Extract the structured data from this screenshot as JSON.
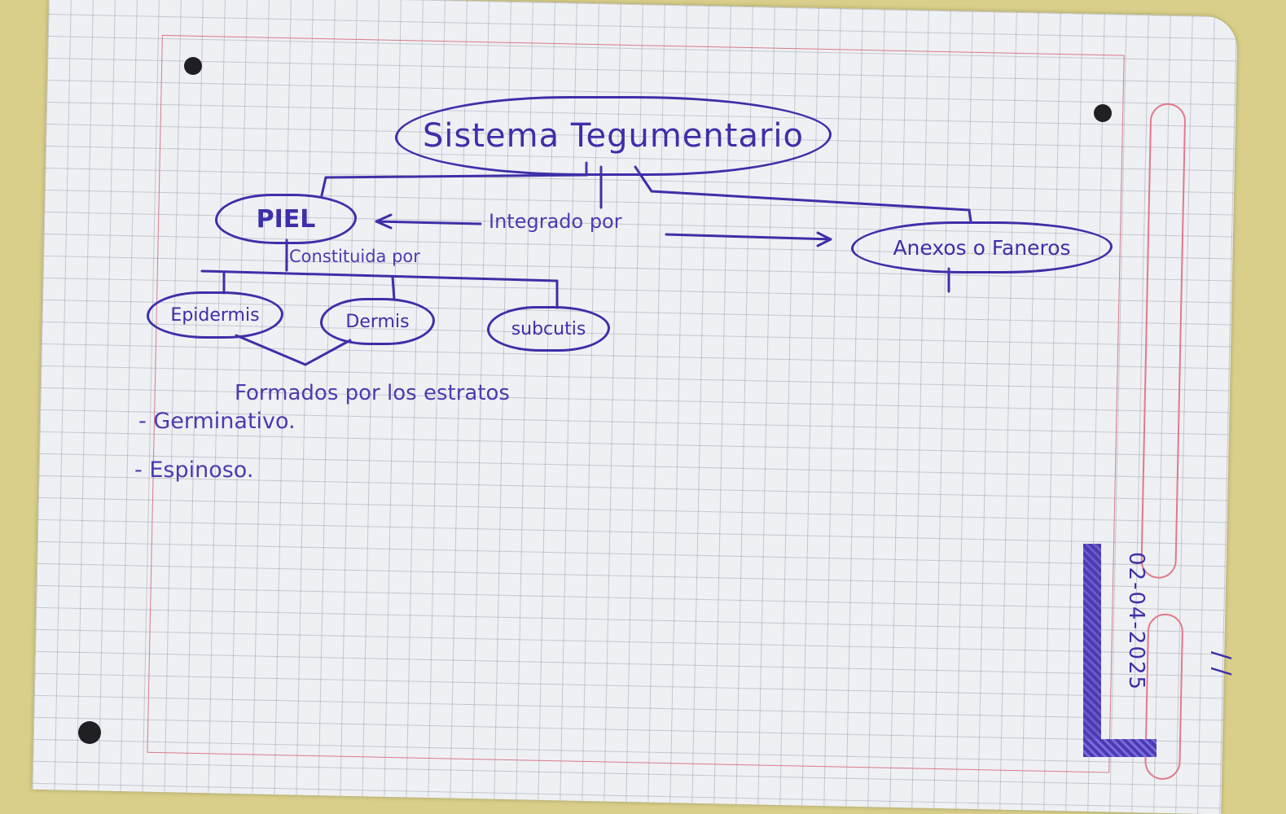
{
  "diagram": {
    "title": "Sistema Tegumentario",
    "piel": "PIEL",
    "integrado": "Integrado por",
    "anexos": "Anexos o Faneros",
    "constituida": "Constituida por",
    "layers": [
      "Epidermis",
      "Dermis",
      "subcutis"
    ],
    "formados": "Formados por los estratos",
    "estratos": [
      "- Germinativo.",
      "- Espinoso."
    ]
  },
  "date": "02-04-2025",
  "corner_marks": "/ /",
  "colors": {
    "ink": "#3d2fa8",
    "paper": "#eef0f4",
    "margin": "#d87a8c"
  }
}
